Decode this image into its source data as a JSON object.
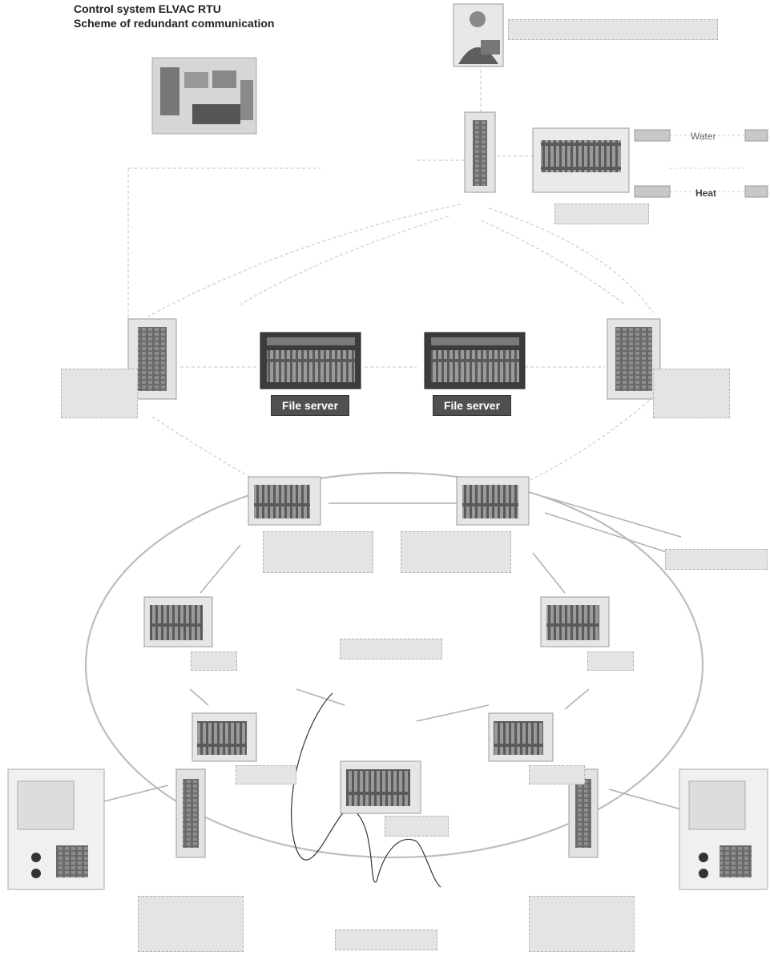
{
  "header": {
    "title_line1": "Control system ELVAC RTU",
    "title_line2": "Scheme of redundant communication"
  },
  "operator_station": {
    "label": ""
  },
  "measuring_cabinet": {
    "label": "",
    "meters": {
      "water_label": "Water",
      "heat_label": "Heat"
    }
  },
  "left_switch": {
    "label": ""
  },
  "right_switch": {
    "label": ""
  },
  "file_servers": [
    {
      "label": "File server"
    },
    {
      "label": "File server"
    }
  ],
  "ring": {
    "center_label": "",
    "bottom_label": "",
    "nodes": [
      {
        "label": ""
      },
      {
        "label": ""
      },
      {
        "label": ""
      },
      {
        "label": ""
      },
      {
        "label": ""
      },
      {
        "label": ""
      },
      {
        "label": ""
      },
      {
        "label": ""
      }
    ],
    "side_label": ""
  },
  "terminal_units": [
    {
      "label": ""
    },
    {
      "label": ""
    }
  ]
}
